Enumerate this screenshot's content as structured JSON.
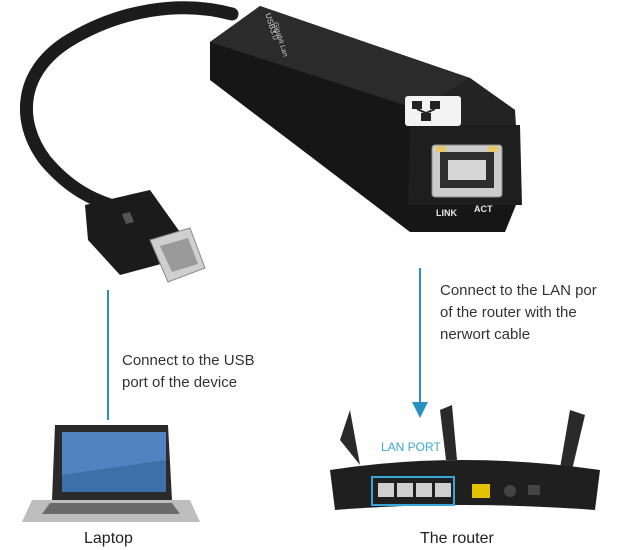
{
  "adapter": {
    "top_text_1": "USB3.0",
    "top_text_2": "Gigabit Lan",
    "port_link": "LINK",
    "port_act": "ACT"
  },
  "captions": {
    "usb_line1": "Connect to the USB",
    "usb_line2": "port of the device",
    "lan_line1": "Connect to the LAN por",
    "lan_line2": "of the router with the",
    "lan_line3": "nerwort cable"
  },
  "router": {
    "lan_port_label": "LAN PORT",
    "caption": "The router"
  },
  "laptop": {
    "caption": "Laptop"
  },
  "colors": {
    "arrow": "#2a8fc1",
    "lan_highlight": "#3aa6d8"
  }
}
